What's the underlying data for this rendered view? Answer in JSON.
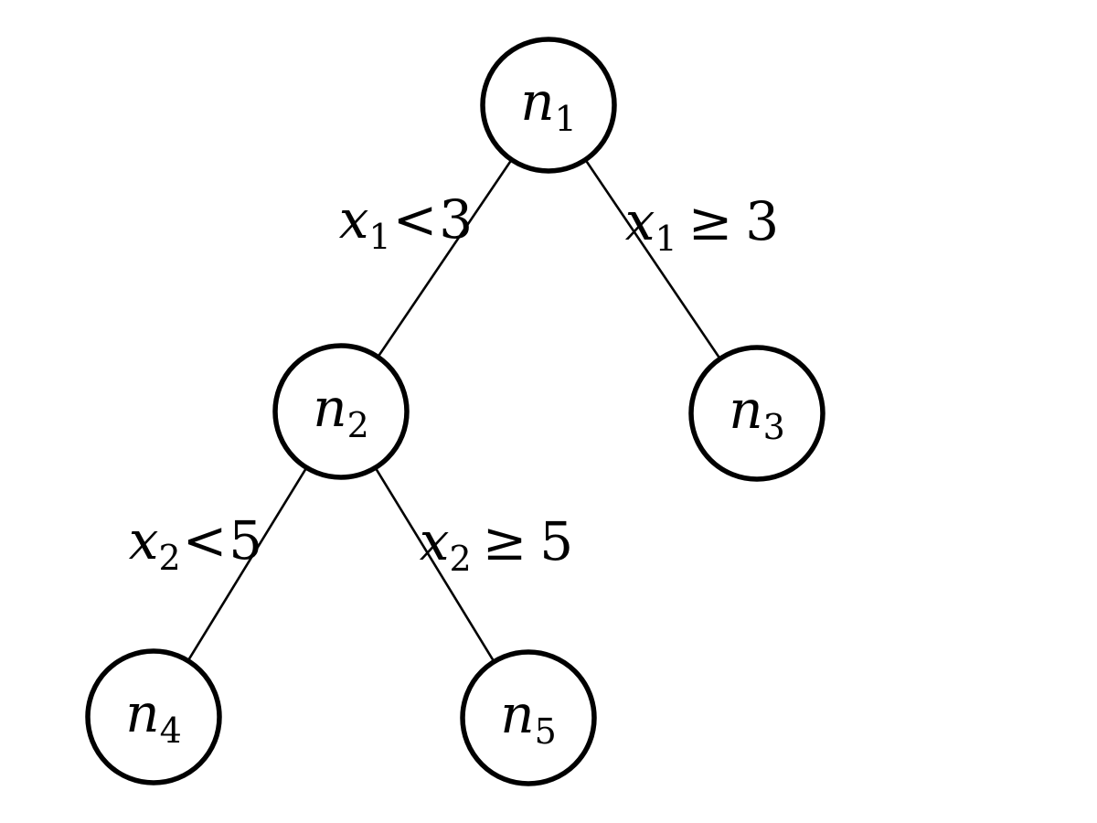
{
  "diagram": {
    "type": "decision-tree",
    "background_color": "#ffffff",
    "stroke_color": "#000000",
    "nodes": [
      {
        "id": "n1",
        "base": "n",
        "sub": "1"
      },
      {
        "id": "n2",
        "base": "n",
        "sub": "2"
      },
      {
        "id": "n3",
        "base": "n",
        "sub": "3"
      },
      {
        "id": "n4",
        "base": "n",
        "sub": "4"
      },
      {
        "id": "n5",
        "base": "n",
        "sub": "5"
      }
    ],
    "edges": [
      {
        "from": "n1",
        "to": "n2",
        "label": {
          "base": "x",
          "sub": "1",
          "op": "<",
          "value": "3"
        }
      },
      {
        "from": "n1",
        "to": "n3",
        "label": {
          "base": "x",
          "sub": "1",
          "op": "≥",
          "value": "3"
        }
      },
      {
        "from": "n2",
        "to": "n4",
        "label": {
          "base": "x",
          "sub": "2",
          "op": "<",
          "value": "5"
        }
      },
      {
        "from": "n2",
        "to": "n5",
        "label": {
          "base": "x",
          "sub": "2",
          "op": "≥",
          "value": "5"
        }
      }
    ]
  }
}
